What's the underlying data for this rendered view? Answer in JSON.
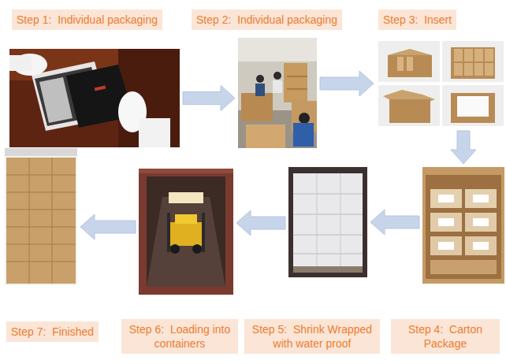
{
  "diagram": {
    "nodes": [
      {
        "text": [
          "Step 1:  Individual packaging"
        ]
      },
      {
        "text": [
          "Step 2:  Individual packaging"
        ]
      },
      {
        "text": [
          "Step 3:  Insert"
        ]
      },
      {
        "text": [
          "Step 4:  Carton Package"
        ]
      },
      {
        "text": [
          "Step 5:  Shrink Wrapped with water proof"
        ]
      },
      {
        "text": [
          "Step 6:  Loading into containers"
        ]
      },
      {
        "text": [
          "Step 7:  Finished"
        ]
      }
    ],
    "edges": [
      {
        "from": 0,
        "to": 1,
        "arrow": "to"
      },
      {
        "from": 1,
        "to": 2,
        "arrow": "to"
      },
      {
        "from": 2,
        "to": 3,
        "arrow": "to"
      },
      {
        "from": 3,
        "to": 4,
        "arrow": "to"
      },
      {
        "from": 4,
        "to": 5,
        "arrow": "to"
      },
      {
        "from": 5,
        "to": 6,
        "arrow": "to"
      }
    ]
  }
}
